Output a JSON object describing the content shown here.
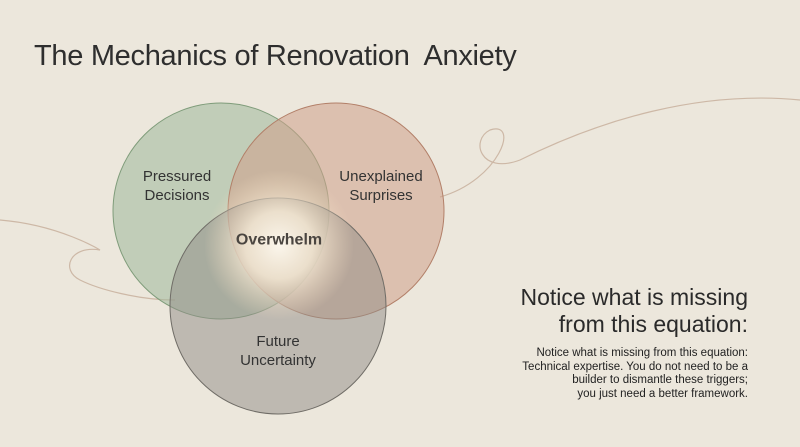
{
  "title": "The Mechanics of Renovation  Anxiety",
  "venn": {
    "circles": [
      {
        "label_line1": "Pressured",
        "label_line2": "Decisions",
        "color": "#9fb89a"
      },
      {
        "label_line1": "Unexplained",
        "label_line2": "Surprises",
        "color": "#d0a08a"
      },
      {
        "label_line1": "Future",
        "label_line2": "Uncertainty",
        "color": "#8f8c85"
      }
    ],
    "center_label": "Overwhelm"
  },
  "side": {
    "heading_line1": "Notice what is missing",
    "heading_line2": "from this equation:",
    "body_lines": [
      "Notice what is missing from this equation:",
      "Technical expertise. You do not need to be a",
      "builder to dismantle these triggers;",
      "you just need a better framework."
    ]
  }
}
